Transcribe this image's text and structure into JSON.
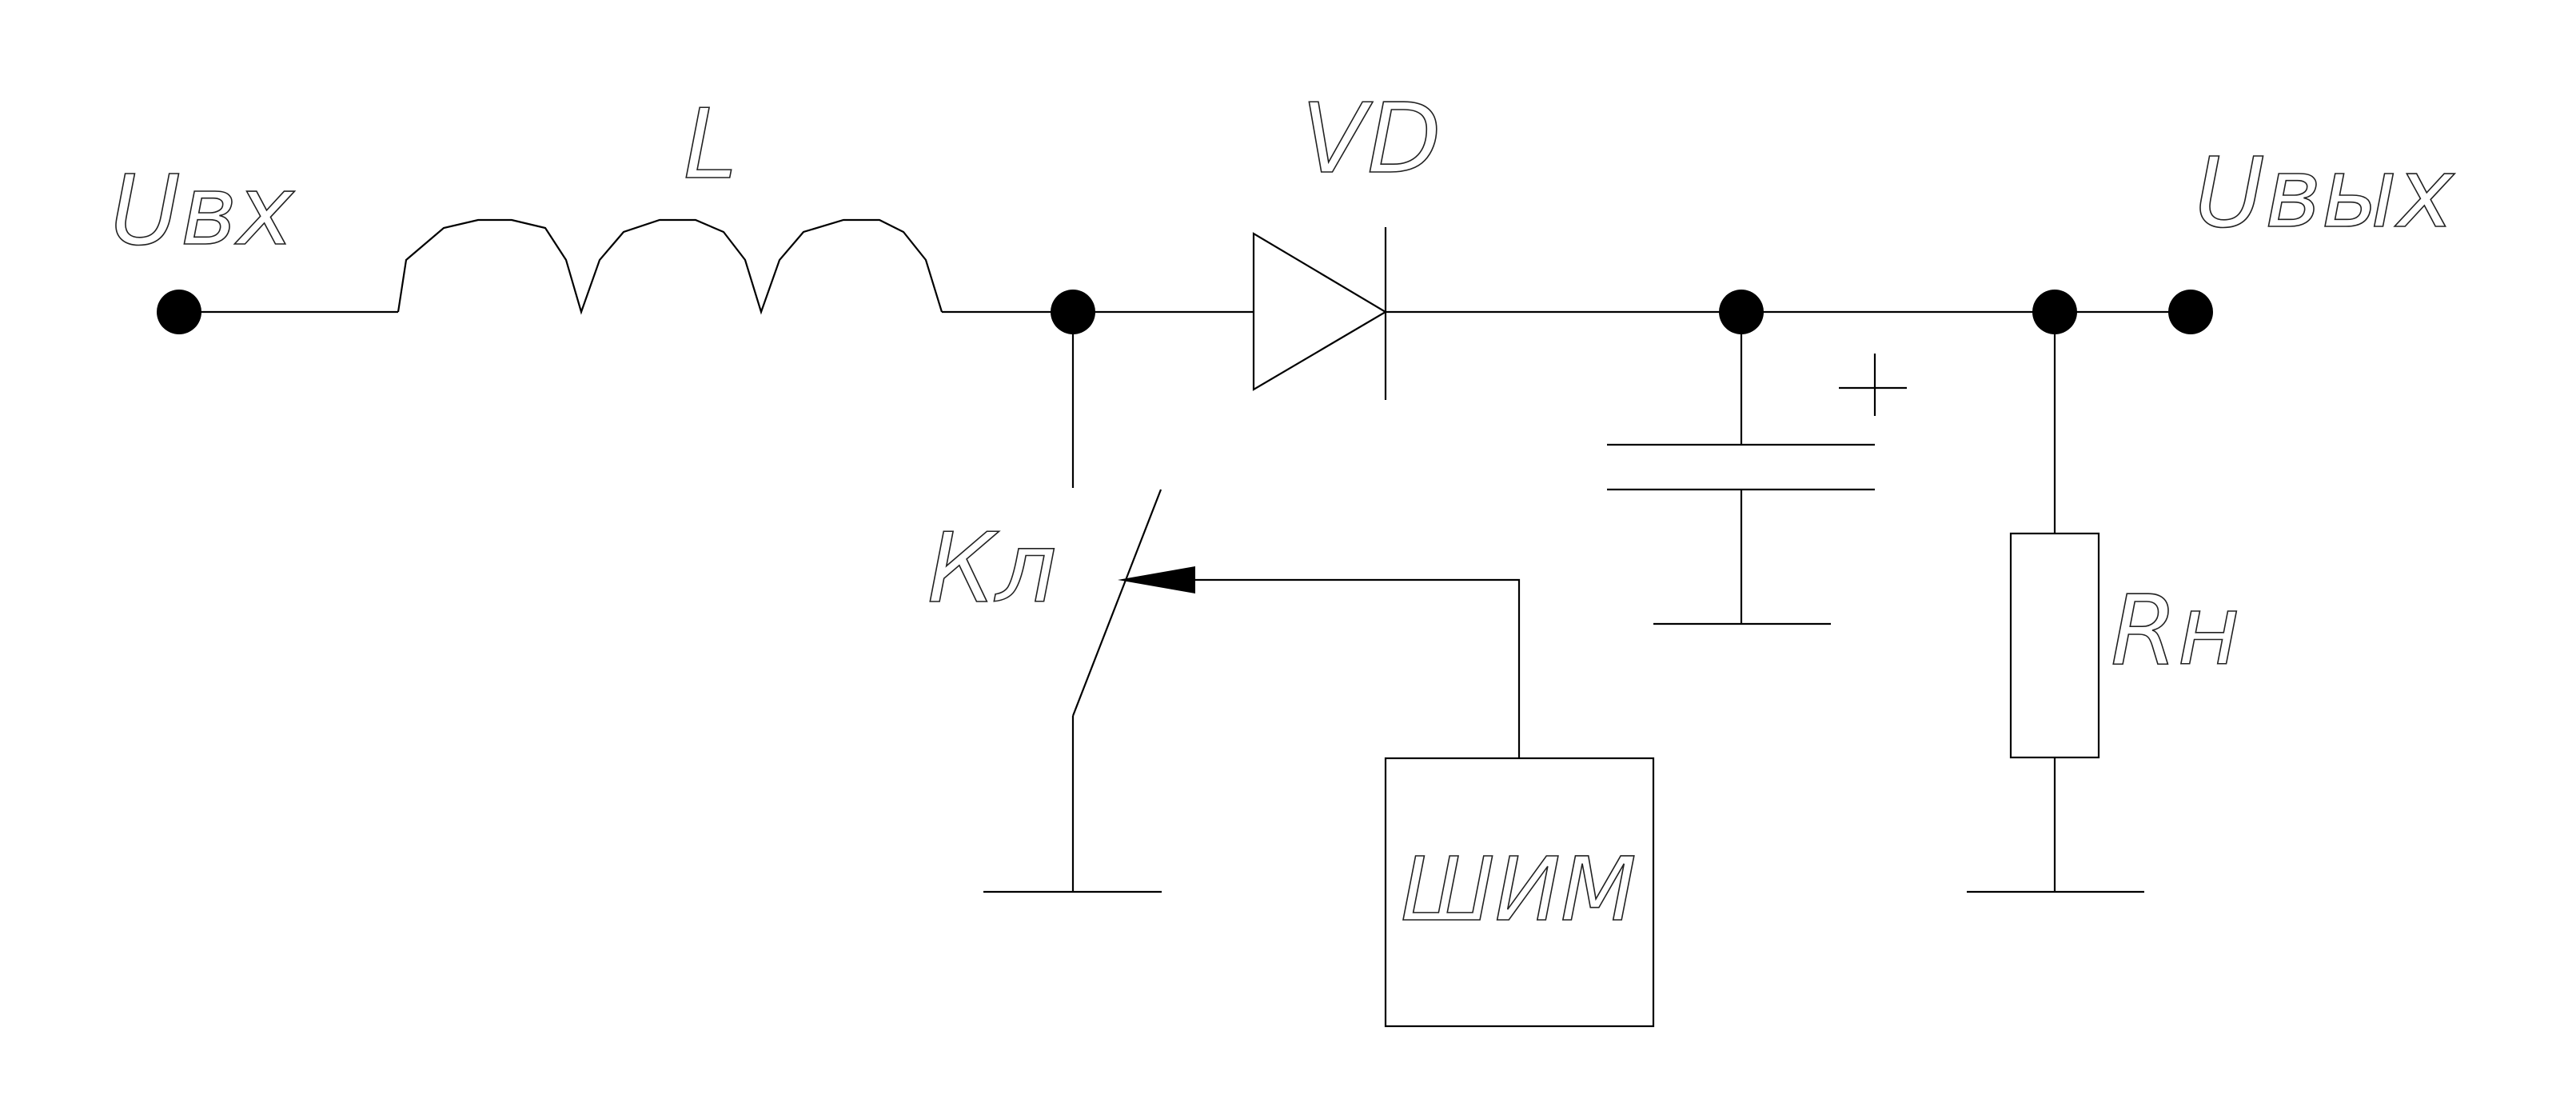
{
  "labels": {
    "input": "Uвх",
    "inductor": "L",
    "diode": "VD",
    "output": "Uвых",
    "switch": "Кл",
    "load": "Rн",
    "pwm": "ШИМ",
    "plus": "+"
  }
}
